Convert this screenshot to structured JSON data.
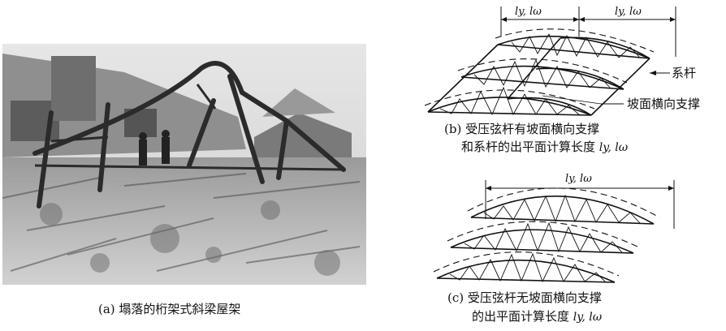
{
  "caption_a": "(a) 塌落的桁架式斜梁屋架",
  "caption_b_line1": "(b) 受压弦杆有坡面横向支撑",
  "caption_b_line2": "和系杆的出平面计算长度",
  "caption_c_line1": "(c) 受压弦杆无坡面横向支撑",
  "caption_c_line2": "的出平面计算长度",
  "length_label": "ly, lω",
  "label_tie_bar": "系杆",
  "label_slope_bracing": "坡面横向支撑"
}
